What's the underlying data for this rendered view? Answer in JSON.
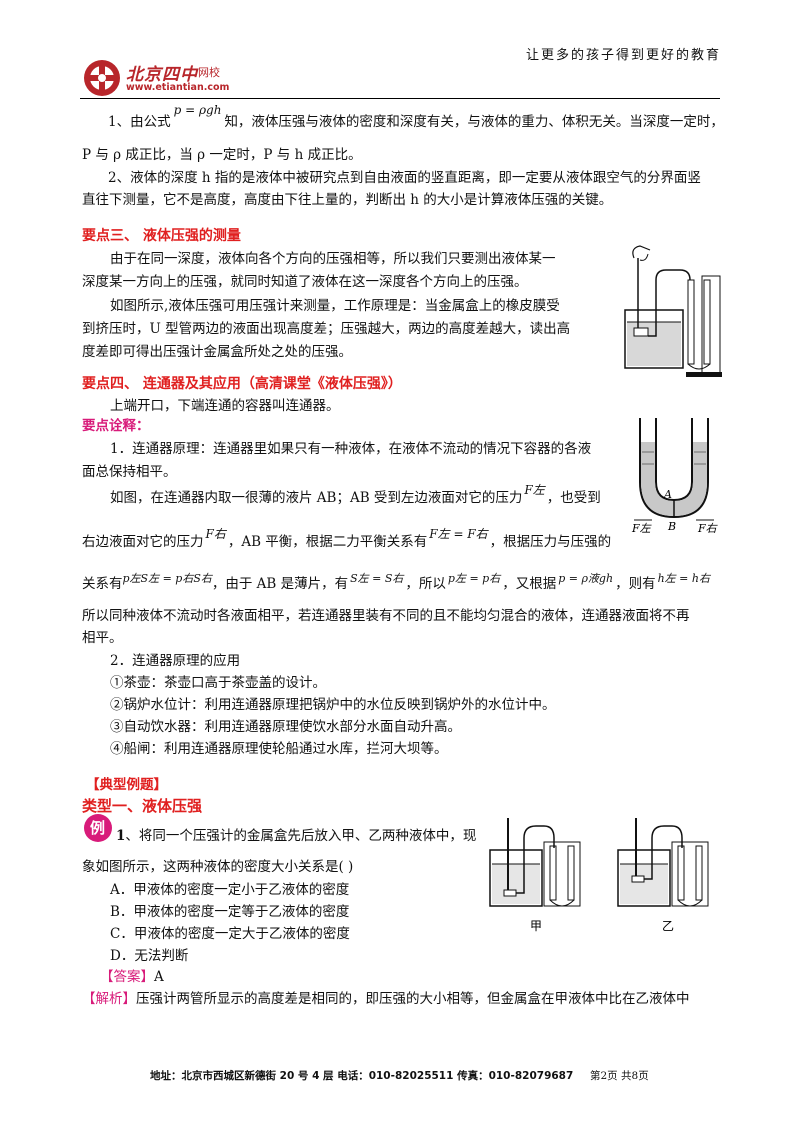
{
  "header": {
    "logo_cn": "北京四中",
    "logo_suffix": "网校",
    "logo_url": "www.etiantian.com",
    "slogan": "让更多的孩子得到更好的教育"
  },
  "intro": {
    "l1a": "1、由公式",
    "formula": "p = ρgh",
    "l1b": "知，液体压强与液体的密度和深度有关，与液体的重力、体积无关。当深度一定时，",
    "l2": "P 与 ρ 成正比，当 ρ 一定时，P 与 h 成正比。",
    "l3": "2、液体的深度 h 指的是液体中被研究点到自由液面的竖直距离，即一定要从液体跟空气的分界面竖",
    "l4": "直往下测量，它不是高度，高度由下往上量的，判断出 h 的大小是计算液体压强的关键。"
  },
  "section3": {
    "title": "要点三、  液体压强的测量",
    "p1": "由于在同一深度，液体向各个方向的压强相等，所以我们只要测出液体某一",
    "p2": "深度某一方向上的压强，就同时知道了液体在这一深度各个方向上的压强。",
    "p3": "如图所示,液体压强可用压强计来测量，工作原理是：当金属盒上的橡皮膜受",
    "p4": "到挤压时，U 型管两边的液面出现高度差；压强越大，两边的高度差越大，读出高",
    "p5": "度差即可得出压强计金属盒所处之处的压强。"
  },
  "section4": {
    "title": "要点四、  连通器及其应用（高清课堂《液体压强》）",
    "p1": "上端开口，下端连通的容器叫连通器。",
    "sub": "要点诠释：",
    "p2": "1．连通器原理：连通器里如果只有一种液体，在液体不流动的情况下容器的各液",
    "p3": "面总保持相平。",
    "p4a": "如图，在连通器内取一很薄的液片 AB；AB 受到左边液面对它的压力",
    "p4b": "，也受到",
    "p5a": "右边液面对它的压力",
    "p5b": "，AB 平衡，根据二力平衡关系有",
    "p5c": "，根据压力与压强的",
    "p6a": "关系有",
    "p6b": "，由于 AB 是薄片，有",
    "p6c": "，所以",
    "p6d": "，又根据",
    "p6e": "，则有",
    "p7": "所以同种液体不流动时各液面相平，若连通器里装有不同的且不能均匀混合的液体，连通器液面将不再",
    "p8": "相平。",
    "p9": "2．连通器原理的应用",
    "p10": "①茶壶：茶壶口高于茶壶盖的设计。",
    "p11": "②锅炉水位计：利用连通器原理把锅炉中的水位反映到锅炉外的水位计中。",
    "p12": "③自动饮水器：利用连通器原理使饮水部分水面自动升高。",
    "p13": "④船闸：利用连通器原理使轮船通过水库，拦河大坝等。",
    "m_Fz": "F左",
    "m_Fy": "F右",
    "m_eq1": "F左 = F右",
    "m_eq2": "p左S左 = p右S右",
    "m_eq3": "S左 = S右",
    "m_eq4": "p左 = p右",
    "m_eq5": "p = ρ液gh",
    "m_eq6": "h左 = h右",
    "fig_A": "A",
    "fig_B": "B",
    "fig_Fz": "F左",
    "fig_Fy": "F右"
  },
  "examples": {
    "title": "【典型例题】",
    "type1": "类型一、液体压强",
    "badge": "例",
    "q_num": "1",
    "q1": "、将同一个压强计的金属盒先后放入甲、乙两种液体中，现",
    "q2": "象如图所示，这两种液体的密度大小关系是(     )",
    "optA": "A．甲液体的密度一定小于乙液体的密度",
    "optB": "B．甲液体的密度一定等于乙液体的密度",
    "optC": "C．甲液体的密度一定大于乙液体的密度",
    "optD": "D．无法判断",
    "ans_label": "【答案】",
    "ans": "A",
    "exp_label": "【解析】",
    "exp": "压强计两管所显示的高度差是相同的，即压强的大小相等，但金属盒在甲液体中比在乙液体中",
    "label_jia": "甲",
    "label_yi": "乙"
  },
  "footer": {
    "text": "地址：北京市西城区新德街 20 号 4 层  电话：010-82025511  传真：010-82079687",
    "page": "第2页  共8页"
  }
}
